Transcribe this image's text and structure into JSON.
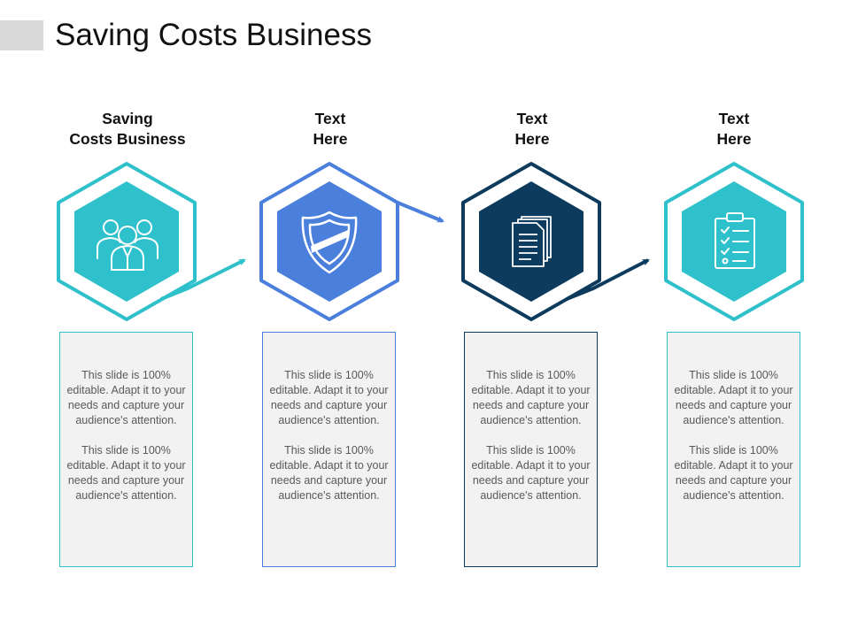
{
  "header": {
    "title": "Saving Costs Business"
  },
  "colors": {
    "teal": "#2ec1cc",
    "blue": "#4a7fdc",
    "navy": "#0c3b5e",
    "card_bg": "#f2f2f2",
    "text_gray": "#595959"
  },
  "steps": [
    {
      "title": "Saving\nCosts Business",
      "icon": "business-team-icon",
      "color": "#2ec1cc",
      "paragraphs": [
        "This slide is 100% editable. Adapt it to your needs and capture your audience's attention.",
        "This slide is 100% editable. Adapt it to your needs and capture your audience's attention."
      ]
    },
    {
      "title": "Text\nHere",
      "icon": "shield-icon",
      "color": "#4a7fdc",
      "paragraphs": [
        "This slide is 100% editable. Adapt it to your needs and capture your audience's attention.",
        "This slide is 100% editable. Adapt it to your needs and capture your audience's attention."
      ]
    },
    {
      "title": "Text\nHere",
      "icon": "documents-icon",
      "color": "#0c3b5e",
      "paragraphs": [
        "This slide is 100% editable. Adapt it to your needs and capture your audience's attention.",
        "This slide is 100% editable. Adapt it to your needs and capture your audience's attention."
      ]
    },
    {
      "title": "Text\nHere",
      "icon": "checklist-clipboard-icon",
      "color": "#2ec1cc",
      "paragraphs": [
        "This slide is 100% editable. Adapt it to your needs and capture your audience's attention.",
        "This slide is 100% editable. Adapt it to your needs and capture your audience's attention."
      ]
    }
  ]
}
